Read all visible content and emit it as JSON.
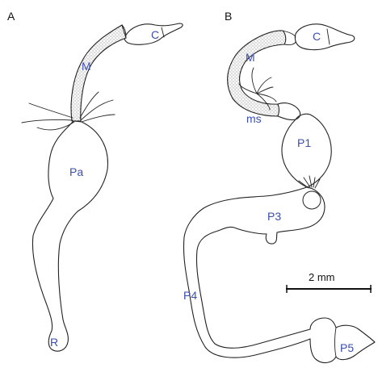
{
  "panels": {
    "a": {
      "label": "A",
      "parts": {
        "crop": "C",
        "midgut": "M",
        "paunch": "Pa",
        "rectum": "R"
      }
    },
    "b": {
      "label": "B",
      "parts": {
        "crop": "C",
        "midgut": "M",
        "mixed_segment": "ms",
        "p1": "P1",
        "p3": "P3",
        "p4": "P4",
        "p5": "P5"
      }
    }
  },
  "scale_bar": {
    "label": "2 mm"
  },
  "colors": {
    "outline": "#222222",
    "label": "#3a4fb0",
    "stipple": "#555555"
  }
}
